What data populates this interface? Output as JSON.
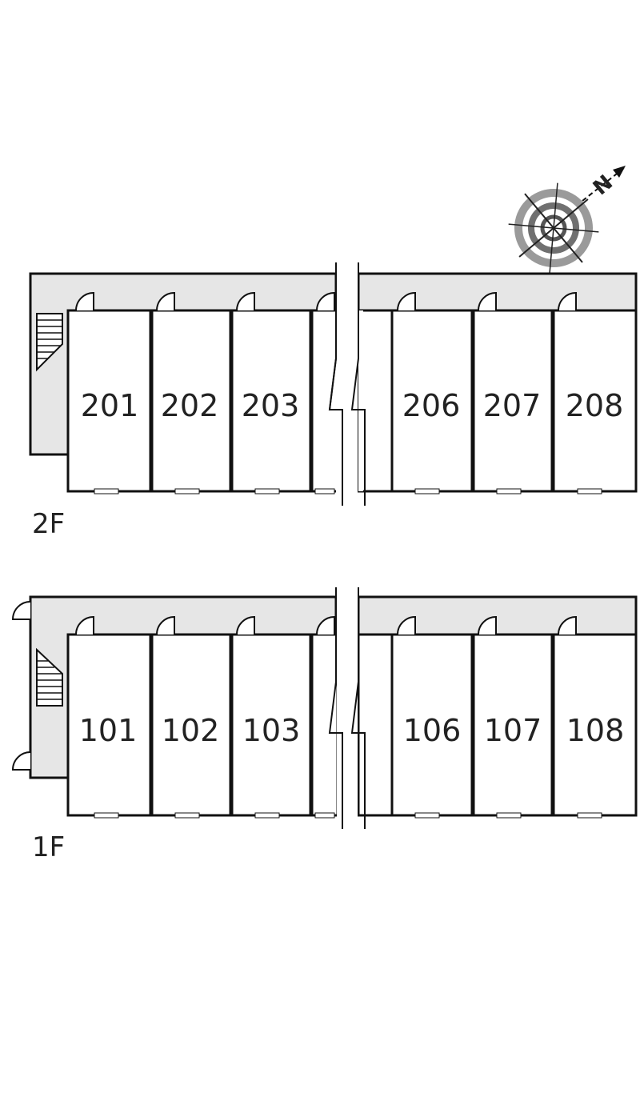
{
  "compass": {
    "icon": "compass-icon",
    "north_label": "N"
  },
  "floors": [
    {
      "id": "2F",
      "label": "2F",
      "rooms": [
        "201",
        "202",
        "203",
        "206",
        "207",
        "208"
      ]
    },
    {
      "id": "1F",
      "label": "1F",
      "rooms": [
        "101",
        "102",
        "103",
        "106",
        "107",
        "108"
      ]
    }
  ],
  "colors": {
    "corridor": "#e6e6e6",
    "wall": "#111111",
    "background": "#ffffff"
  }
}
